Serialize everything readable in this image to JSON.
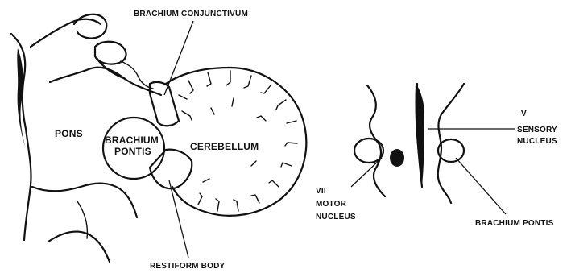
{
  "labels": {
    "brachium_conjunctivum": "BRACHIUM CONJUNCTIVUM",
    "pons": "PONS",
    "brachium_pontis_line1": "BRACHIUM",
    "brachium_pontis_line2": "PONTIS",
    "cerebellum": "CEREBELLUM",
    "restiform_body": "RESTIFORM BODY",
    "v_sensory_line1": "V",
    "v_sensory_line2": "SENSORY",
    "v_sensory_line3": "NUCLEUS",
    "vii_motor_line1": "VII",
    "vii_motor_line2": "MOTOR",
    "vii_motor_line3": "NUCLEUS",
    "brachium_pontis_right": "BRACHIUM PONTIS"
  },
  "colors": {
    "ink": "#111111",
    "stipple_fill": "#d8d8d8",
    "background": "#ffffff"
  }
}
